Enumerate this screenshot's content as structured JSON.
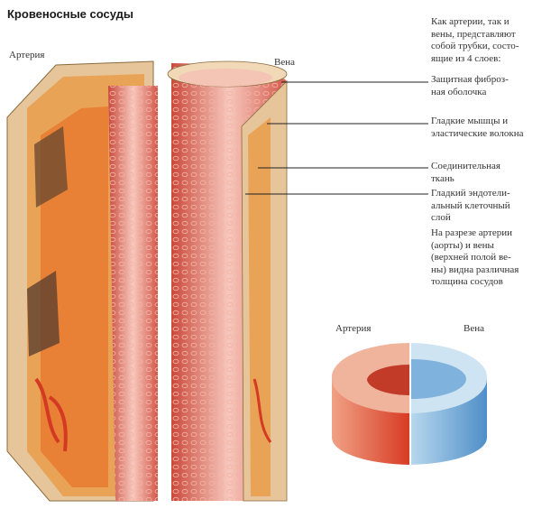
{
  "title": "Кровеносные сосуды",
  "labels": {
    "artery": "Артерия",
    "vein": "Вена",
    "ring_artery": "Артерия",
    "ring_vein": "Вена"
  },
  "intro": [
    "Как артерии, так и",
    "вены, представляют",
    "собой трубки, состо-",
    "ящие из 4 слоев:"
  ],
  "layers": [
    {
      "lines": [
        "Защитная фиброз-",
        "ная оболочка"
      ]
    },
    {
      "lines": [
        "Гладкие мышцы и",
        "эластические волокна"
      ]
    },
    {
      "lines": [
        "Соединительная",
        "ткань"
      ]
    },
    {
      "lines": [
        "Гладкий эндотели-",
        "альный клеточный",
        "слой"
      ]
    }
  ],
  "note": [
    "На  разрезе артерии",
    "(аорты) и вены",
    "(верхней полой ве-",
    "ны) видна различная",
    "толщина сосудов"
  ],
  "colors": {
    "artery_red": "#e0432f",
    "vein_blue": "#5a9bd4",
    "tissue_orange": "#e9a356",
    "fibrous": "#e6c59a"
  }
}
